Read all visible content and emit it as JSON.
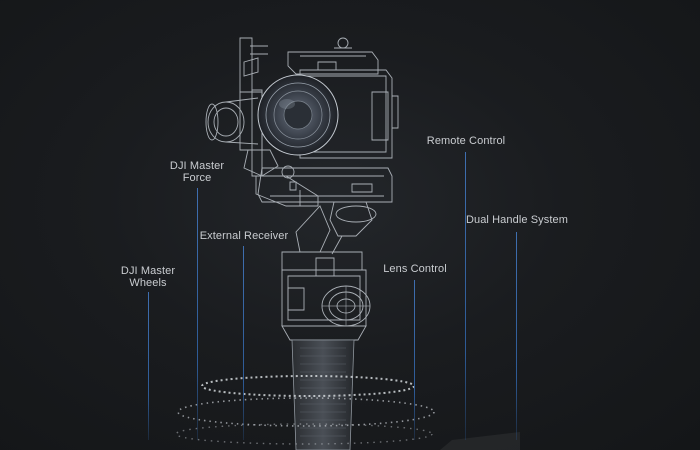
{
  "callouts": {
    "dji_master_force_line1": "DJI Master",
    "dji_master_force_line2": "Force",
    "external_receiver": "External Receiver",
    "dji_master_wheels_line1": "DJI Master",
    "dji_master_wheels_line2": "Wheels",
    "remote_control": "Remote Control",
    "dual_handle_system": "Dual Handle System",
    "lens_control": "Lens Control"
  },
  "colors": {
    "background": "#17191b",
    "callout_line": "#3f6fb0",
    "label_text": "#c9ccd0",
    "wireframe": "#c2c8cf"
  },
  "illustration": {
    "subject": "gimbal-with-camera-wireframe"
  }
}
